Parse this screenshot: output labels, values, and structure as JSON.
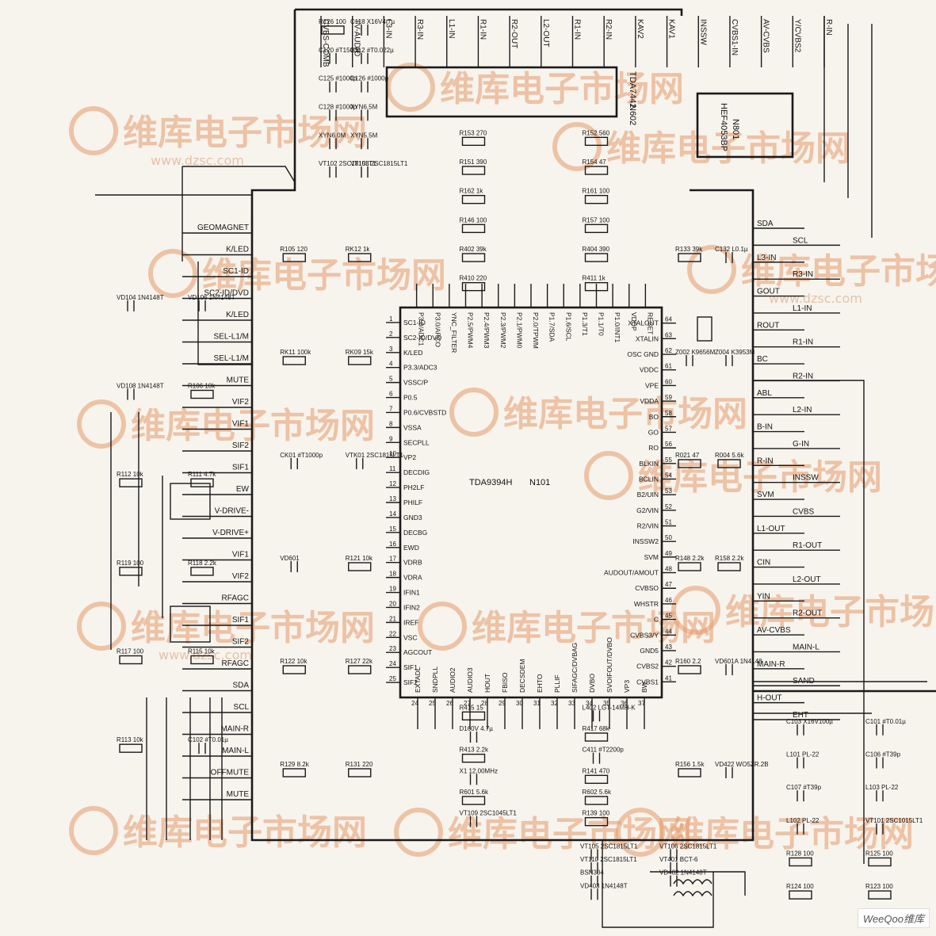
{
  "main_ic": {
    "name": "TDA9394H",
    "ref": "N101"
  },
  "upper_ic": {
    "name": "TDA7442",
    "ref": "N602"
  },
  "switch_ic": {
    "name": "HEF4053BP",
    "ref": "N801"
  },
  "left_pins": [
    "SC1-ID",
    "SC2-ID/DVD",
    "K/LED",
    "P3.3/ADC3",
    "VSSC/P",
    "P0.5",
    "P0.6/CVBSTD",
    "VSSA",
    "SECPLL",
    "VP2",
    "DECDIG",
    "PH2LF",
    "PHILF",
    "GND3",
    "DECBG",
    "EWD",
    "VDRB",
    "VDRA",
    "IFIN1",
    "IFIN2",
    "IREF",
    "VSC",
    "AGCOUT",
    "SIF1",
    "SIF2"
  ],
  "right_pins": [
    "XTALOUT",
    "XTALIN",
    "OSC GND",
    "VDDC",
    "VPE",
    "VDDA",
    "BO",
    "GO",
    "RO",
    "BLKIN",
    "BCLIN",
    "B2/UIN",
    "G2/VIN",
    "R2/VIN",
    "INSSW2",
    "SVM",
    "AUDOUT/AMOUT",
    "CVBSO",
    "WHSTR",
    "C",
    "CVBS3/Y",
    "GND5",
    "CVBS2",
    "CVBS1"
  ],
  "top_pins": [
    "P3.0/ADC1",
    "P3.0/APCO",
    "YNC_FILTER",
    "P2.5/PWM4",
    "P2.4/PWM3",
    "P2.3/PWM2",
    "P2.1/PWM0",
    "P2.0/TPWM",
    "P1.7/SDA",
    "P1.6/SCL",
    "P1.3/T1",
    "P1.1/T0",
    "P1.0/INT1",
    "VDDP",
    "RESET"
  ],
  "bottom_pins": [
    "EXTADL",
    "SNDPLL",
    "AUDIO2",
    "AUDIO3",
    "HOUT",
    "FBISO",
    "DECSDEM",
    "EHTO",
    "PLLIF",
    "SIFAGC/DVBAG",
    "DVBO",
    "SVOIFOUT/DVBO",
    "VP3",
    "BW"
  ],
  "left_signals": [
    "GEOMAGNET",
    "K/LED",
    "SC1-ID",
    "SC2-ID/DVD",
    "K/LED",
    "SEL-L1/M",
    "SEL-L1/M",
    "MUTE",
    "VIF2",
    "VIF1",
    "SIF2",
    "SIF1",
    "EW",
    "V-DRIVE-",
    "V-DRIVE+",
    "VIF1",
    "VIF2",
    "RFAGC",
    "SIF1",
    "SIF2",
    "RFAGC",
    "SDA",
    "SCL",
    "MAIN-R",
    "MAIN-L",
    "OFFMUTE",
    "MUTE"
  ],
  "right_signals": [
    "SDA",
    "SCL",
    "L3-IN",
    "R3-IN",
    "GOUT",
    "L1-IN",
    "ROUT",
    "R1-IN",
    "BC",
    "R2-IN",
    "ABL",
    "L2-IN",
    "B-IN",
    "G-IN",
    "R-IN",
    "INSSW",
    "SVM",
    "CVBS",
    "L1-OUT",
    "R1-OUT",
    "CIN",
    "L2-OUT",
    "YIN",
    "R2-OUT",
    "AV-CVBS",
    "MAIN-L",
    "MAIN-R",
    "SAND",
    "H-OUT",
    "EHT"
  ],
  "top_signals": [
    "CVBS-COMB",
    "TV-AUDIO",
    "L3-IN",
    "R3-IN",
    "L1-IN",
    "R1-IN",
    "R2-OUT",
    "L2-OUT",
    "R1-IN",
    "R2-IN",
    "KAV2",
    "KAV1",
    "INSSW",
    "CVBS1-IN",
    "AV-CVBS",
    "Y/CVBS2",
    "R-IN"
  ],
  "components": [
    "R105 120",
    "RK12 1k",
    "RK11 100k",
    "RK09 15k",
    "CK01 #T1000p",
    "VTK01 2SC1815LT1",
    "VD601",
    "R121 10k",
    "R122 10k",
    "R127 22k",
    "R129 8.2k",
    "R131 220",
    "R133 39k",
    "C132 L0.1µ",
    "Z002 K9656M",
    "Z004 K3953M",
    "R021 47",
    "R004 5.6k",
    "R148 2.2k",
    "R158 2.2k",
    "R160 2.2",
    "VD601A 1N4148",
    "R156 1.5k",
    "VD422 WO5ZR.2B",
    "R153 270",
    "R152 560",
    "R151 390",
    "R154 47",
    "R162 1k",
    "R161 100",
    "R146 100",
    "R157 100",
    "R402 39k",
    "R404 390",
    "R410 220",
    "R411 1k",
    "R415 15",
    "L402 LGT-14MH-K",
    "D160V 4.7µ",
    "R417 68k",
    "R413 2.2k",
    "C411 #T2200p",
    "X1 12.00MHz",
    "R141 470",
    "R601 5.6k",
    "R602 5.6k",
    "VT109 2SC1045LT1",
    "R139 100",
    "VD104 1N4148T",
    "VD106 1N4148T",
    "VD108 1N4148T",
    "R106 10k",
    "R112 10k",
    "R111 4.7k",
    "R119 100",
    "R118 2.2k",
    "R117 100",
    "R115 10k",
    "R113 10k",
    "C102 #T0.01µ",
    "C103 X16V100µ",
    "C101 #T0.01µ",
    "L101 PL-22",
    "C106 #T39p",
    "C107 #T39p",
    "L103 PL-22",
    "L102 PL-22",
    "VT101 2SC1015LT1",
    "R128 100",
    "R125 100",
    "R124 100",
    "R123 100",
    "R126 100",
    "C118 X16V4.7µ",
    "C120 #T1500p",
    "C112 #T0.022µ",
    "C125 #1000p",
    "C126 #1000p",
    "C128 #1000p",
    "XYN6.5M",
    "XYN6.0M",
    "XYN5.5M",
    "VT102 2SC1815LT1",
    "VT103 2SC1815LT1",
    "VT105 2SC1815LT1",
    "VT106 2SC1815LT1",
    "VT110 2SC1815LT1",
    "VT401 BCT-6",
    "BSN304",
    "VD402 1N4148T",
    "VD403 1N4148T"
  ],
  "watermark": {
    "cn": "维库电子市场网",
    "url": "www.dzsc.com"
  },
  "brand": "WeeQoo维库"
}
